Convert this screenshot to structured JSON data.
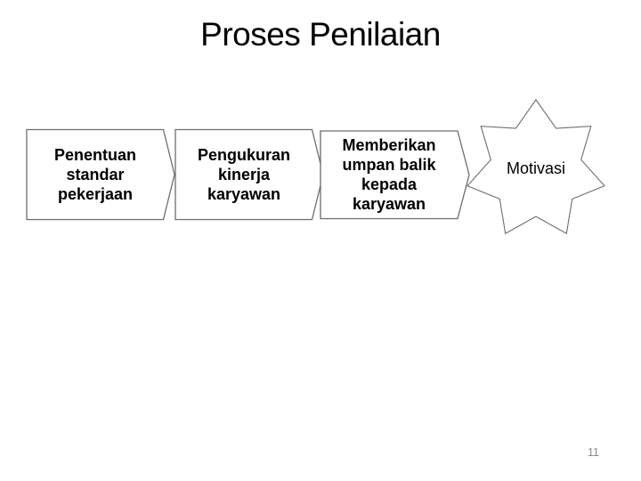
{
  "slide": {
    "title": "Proses Penilaian",
    "page_number": "11"
  },
  "diagram": {
    "type": "process-flow",
    "steps": [
      {
        "label": "Penentuan\nstandar\npekerjaan",
        "shape": "pentagon-arrow"
      },
      {
        "label": "Pengukuran\nkinerja\nkaryawan",
        "shape": "pentagon-arrow"
      },
      {
        "label": "Memberikan\numpan balik\nkepada\nkaryawan",
        "shape": "pentagon-arrow"
      },
      {
        "label": "Motivasi",
        "shape": "seven-point-star"
      }
    ]
  },
  "colors": {
    "background": "#ffffff",
    "title_text": "#000000",
    "step_text": "#000000",
    "shape_fill": "#ffffff",
    "shape_outline": "#6e6e6e",
    "page_number_text": "#8a8a8a"
  }
}
